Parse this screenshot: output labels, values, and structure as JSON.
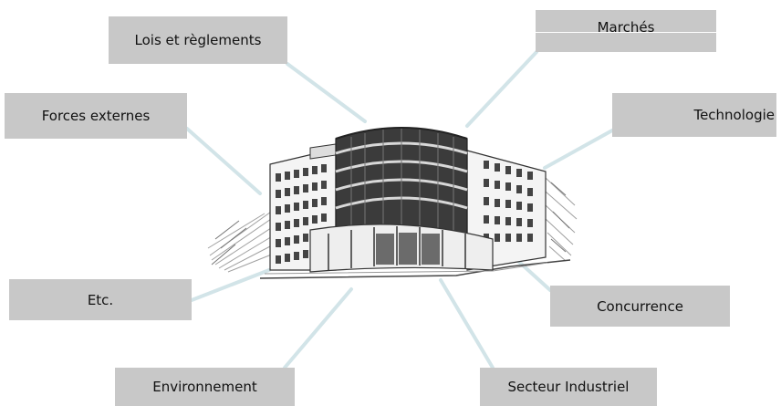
{
  "labels": {
    "lois": "Lois et règlements",
    "marches": "Marchés",
    "forces": "Forces externes",
    "technologie": "Technologie",
    "etc": "Etc.",
    "concurrence": "Concurrence",
    "environnement": "Environnement",
    "secteur": "Secteur Industriel"
  },
  "colors": {
    "box_fill": "#c8c8c8",
    "connector": "#d2e4e8",
    "text": "#111111"
  },
  "center_illustration": "office-building-sketch"
}
